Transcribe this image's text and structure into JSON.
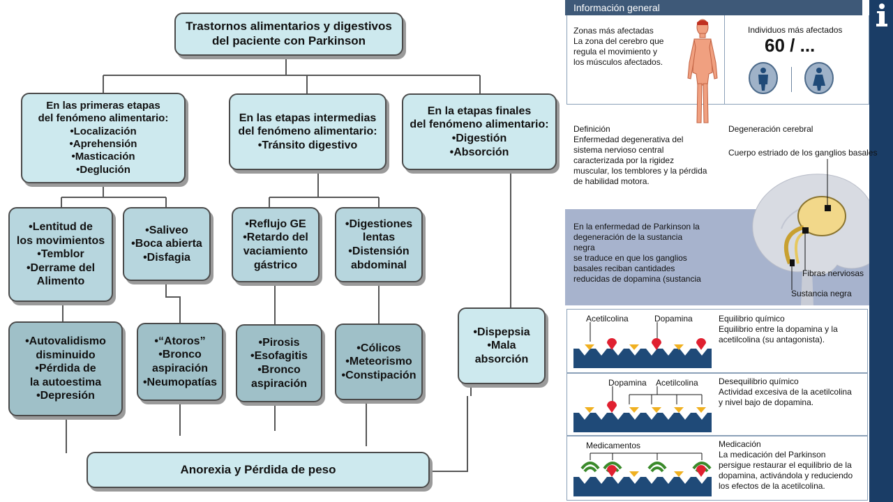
{
  "flowchart": {
    "root": [
      "Trastornos alimentarios y digestivos",
      "del paciente con Parkinson"
    ],
    "stage1": [
      "En las primeras etapas",
      "del fenómeno alimentario:",
      "•Localización",
      "•Aprehensión",
      "•Masticación",
      "•Deglución"
    ],
    "stage2": [
      "En las etapas intermedias",
      "del fenómeno alimentario:",
      "•Tránsito digestivo"
    ],
    "stage3": [
      "En la etapas finales",
      "del fenómeno alimentario:",
      "•Digestión",
      "•Absorción"
    ],
    "b1": [
      "•Lentitud de",
      "los movimientos",
      "•Temblor",
      "•Derrame del",
      "Alimento"
    ],
    "b2": [
      "•Saliveo",
      "•Boca abierta",
      "•Disfagia"
    ],
    "b3": [
      "•Reflujo GE",
      "•Retardo del",
      "vaciamiento",
      "gástrico"
    ],
    "b4": [
      "•Digestiones",
      "lentas",
      "•Distensión",
      "abdominal"
    ],
    "c1": [
      "•Autovalidismo",
      "disminuido",
      "•Pérdida de",
      "la autoestima",
      "•Depresión"
    ],
    "c2": [
      "•“Atoros”",
      "•Bronco",
      "aspiración",
      "•Neumopatías"
    ],
    "c3": [
      "•Pirosis",
      "•Esofagitis",
      "•Bronco",
      "aspiración"
    ],
    "c4": [
      "•Cólicos",
      "•Meteorismo",
      "•Constipación"
    ],
    "c5": [
      "•Dispepsia",
      "•Mala",
      "absorción"
    ],
    "bottom": "Anorexia y Pérdida de peso"
  },
  "infographic": {
    "header": "Información general",
    "zonas": [
      "Zonas más afectadas",
      "La zona del cerebro que",
      "regula el movimiento y",
      "los músculos afectados."
    ],
    "individuos_title": "Individuos más afectados",
    "individuos_value": "60 / ...",
    "definicion": [
      "Definición",
      "Enfermedad degenerativa del",
      "sistema nervioso central",
      "caracterizada por la rigidez",
      "muscular, los temblores y la pérdida",
      "de habilidad motora."
    ],
    "degeneracion_title": "Degeneración cerebral",
    "label_cuerpo": "Cuerpo estriado de los ganglios basales",
    "label_fibras": "Fibras nerviosas",
    "label_sustancia": "Sustancia negra",
    "parkinson_text": [
      "En la enfermedad de Parkinson la",
      "degeneración de la sustancia",
      "negra",
      "se traduce en que los ganglios",
      "basales reciban cantidades",
      "reducidas de dopamina (sustancia"
    ],
    "panel1": {
      "lbl_a": "Acetilcolina",
      "lbl_b": "Dopamina",
      "title": "Equilibrio químico",
      "text": [
        "Equilibrio entre la dopamina y la",
        "acetilcolina (su antagonista)."
      ]
    },
    "panel2": {
      "lbl_a": "Dopamina",
      "lbl_b": "Acetilcolina",
      "title": "Desequilibrio químico",
      "text": [
        "Actividad excesiva de la acetilcolina",
        "y nivel bajo de dopamina."
      ]
    },
    "panel3": {
      "lbl_a": "Medicamentos",
      "title": "Medicación",
      "text": [
        "La medicación del Parkinson",
        "persigue restaurar el equilibrio de la",
        "dopamina, activándola y reduciendo",
        "los efectos de la acetilcolina."
      ]
    }
  },
  "colors": {
    "box_light": "#cde9ee",
    "box_mid": "#b7d6de",
    "box_dark": "#9fc0c8",
    "header": "#3e5978",
    "sidebar": "#1a3d66"
  }
}
